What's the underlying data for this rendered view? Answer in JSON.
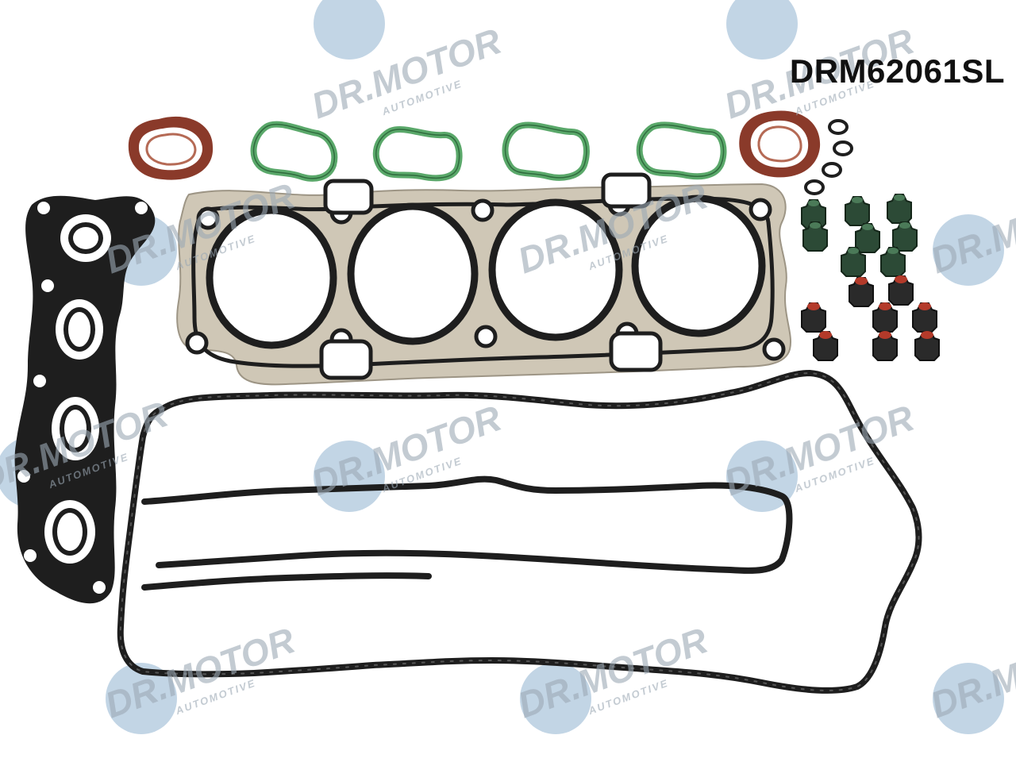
{
  "product": {
    "code": "DRM62061SL"
  },
  "watermark": {
    "brand": "DR.MOTOR",
    "sub": "AUTOMOTIVE",
    "circle_color": "#8fb3cf",
    "text_color": "#9ca8b4"
  },
  "colors": {
    "gasket_black": "#1e1e1e",
    "head_gasket_metal": "#cfc7b6",
    "seal_rubber_brown": "#8a3a2a",
    "intake_green": "#5aa86a",
    "valve_seal_green": "#2c4a36",
    "valve_seal_red": "#b33a2a"
  }
}
